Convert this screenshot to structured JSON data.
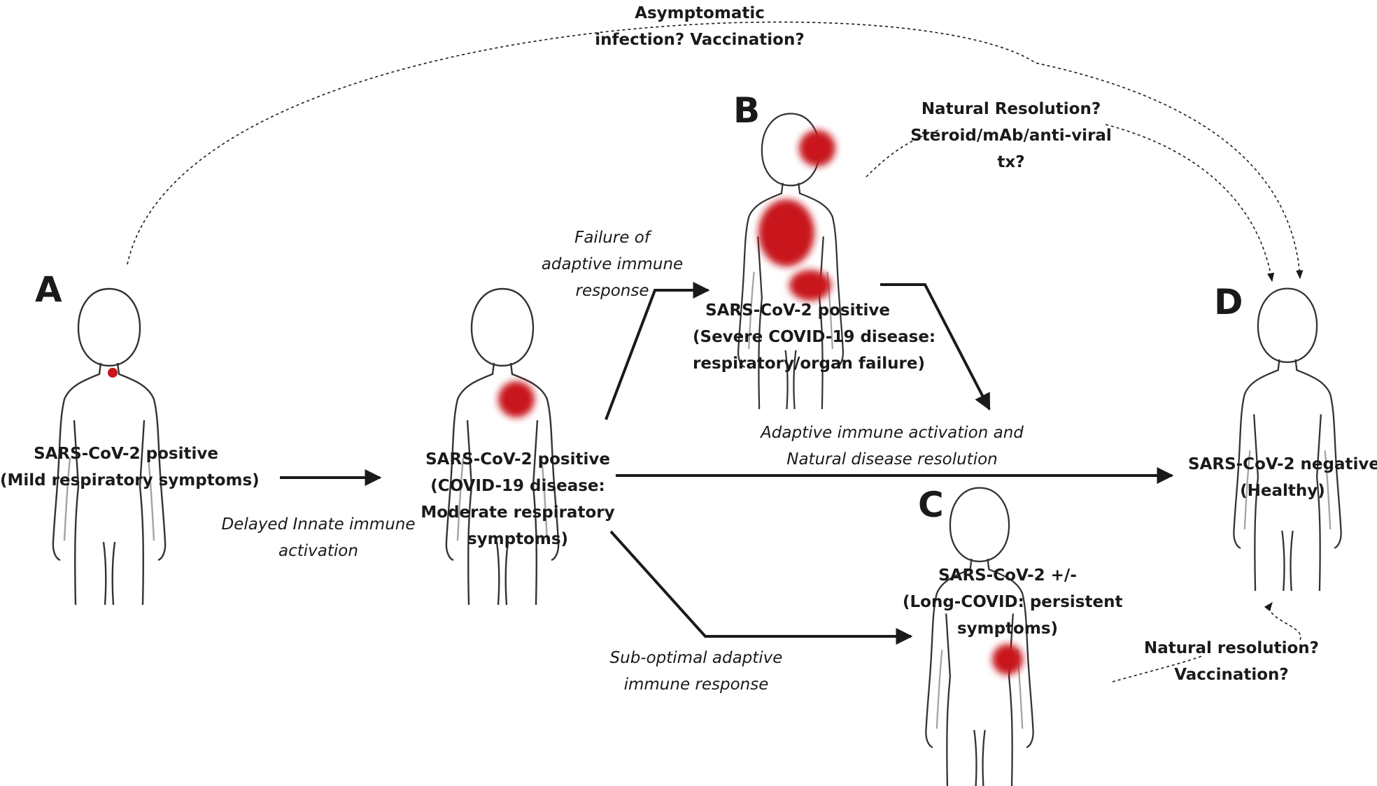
{
  "stages": {
    "a": {
      "letter": "A",
      "line1": "SARS-CoV-2 positive",
      "line2": "(Mild respiratory symptoms)"
    },
    "moderate": {
      "line1": "SARS-CoV-2 positive",
      "line2": "(COVID-19 disease:",
      "line3": "Moderate respiratory",
      "line4": "symptoms)"
    },
    "b": {
      "letter": "B",
      "line1": "SARS-CoV-2 positive",
      "line2": "(Severe COVID-19 disease:",
      "line3": "respiratory/organ failure)"
    },
    "c": {
      "letter": "C",
      "line1": "SARS-CoV-2 +/-",
      "line2": "(Long-COVID: persistent",
      "line3": "symptoms)"
    },
    "d": {
      "letter": "D",
      "line1": "SARS-CoV-2 negative",
      "line2": "(Healthy)"
    }
  },
  "transitions": {
    "asymptomatic": {
      "line1": "Asymptomatic",
      "line2": "infection? Vaccination?"
    },
    "natural_resolution_b": {
      "line1": "Natural Resolution?",
      "line2": "Steroid/mAb/anti-viral",
      "line3": "tx?"
    },
    "failure": {
      "line1": "Failure of",
      "line2": "adaptive immune",
      "line3": "response"
    },
    "adaptive_activation": {
      "line1": "Adaptive immune activation and",
      "line2": "Natural disease resolution"
    },
    "delayed_innate": {
      "line1": "Delayed Innate immune",
      "line2": "activation"
    },
    "suboptimal": {
      "line1": "Sub-optimal adaptive",
      "line2": "immune response"
    },
    "natural_resolution_c": {
      "line1": "Natural resolution?",
      "line2": "Vaccination?"
    }
  },
  "colors": {
    "lesion": "#c8161d",
    "outline": "#333333",
    "arrow": "#1a1a1a"
  }
}
